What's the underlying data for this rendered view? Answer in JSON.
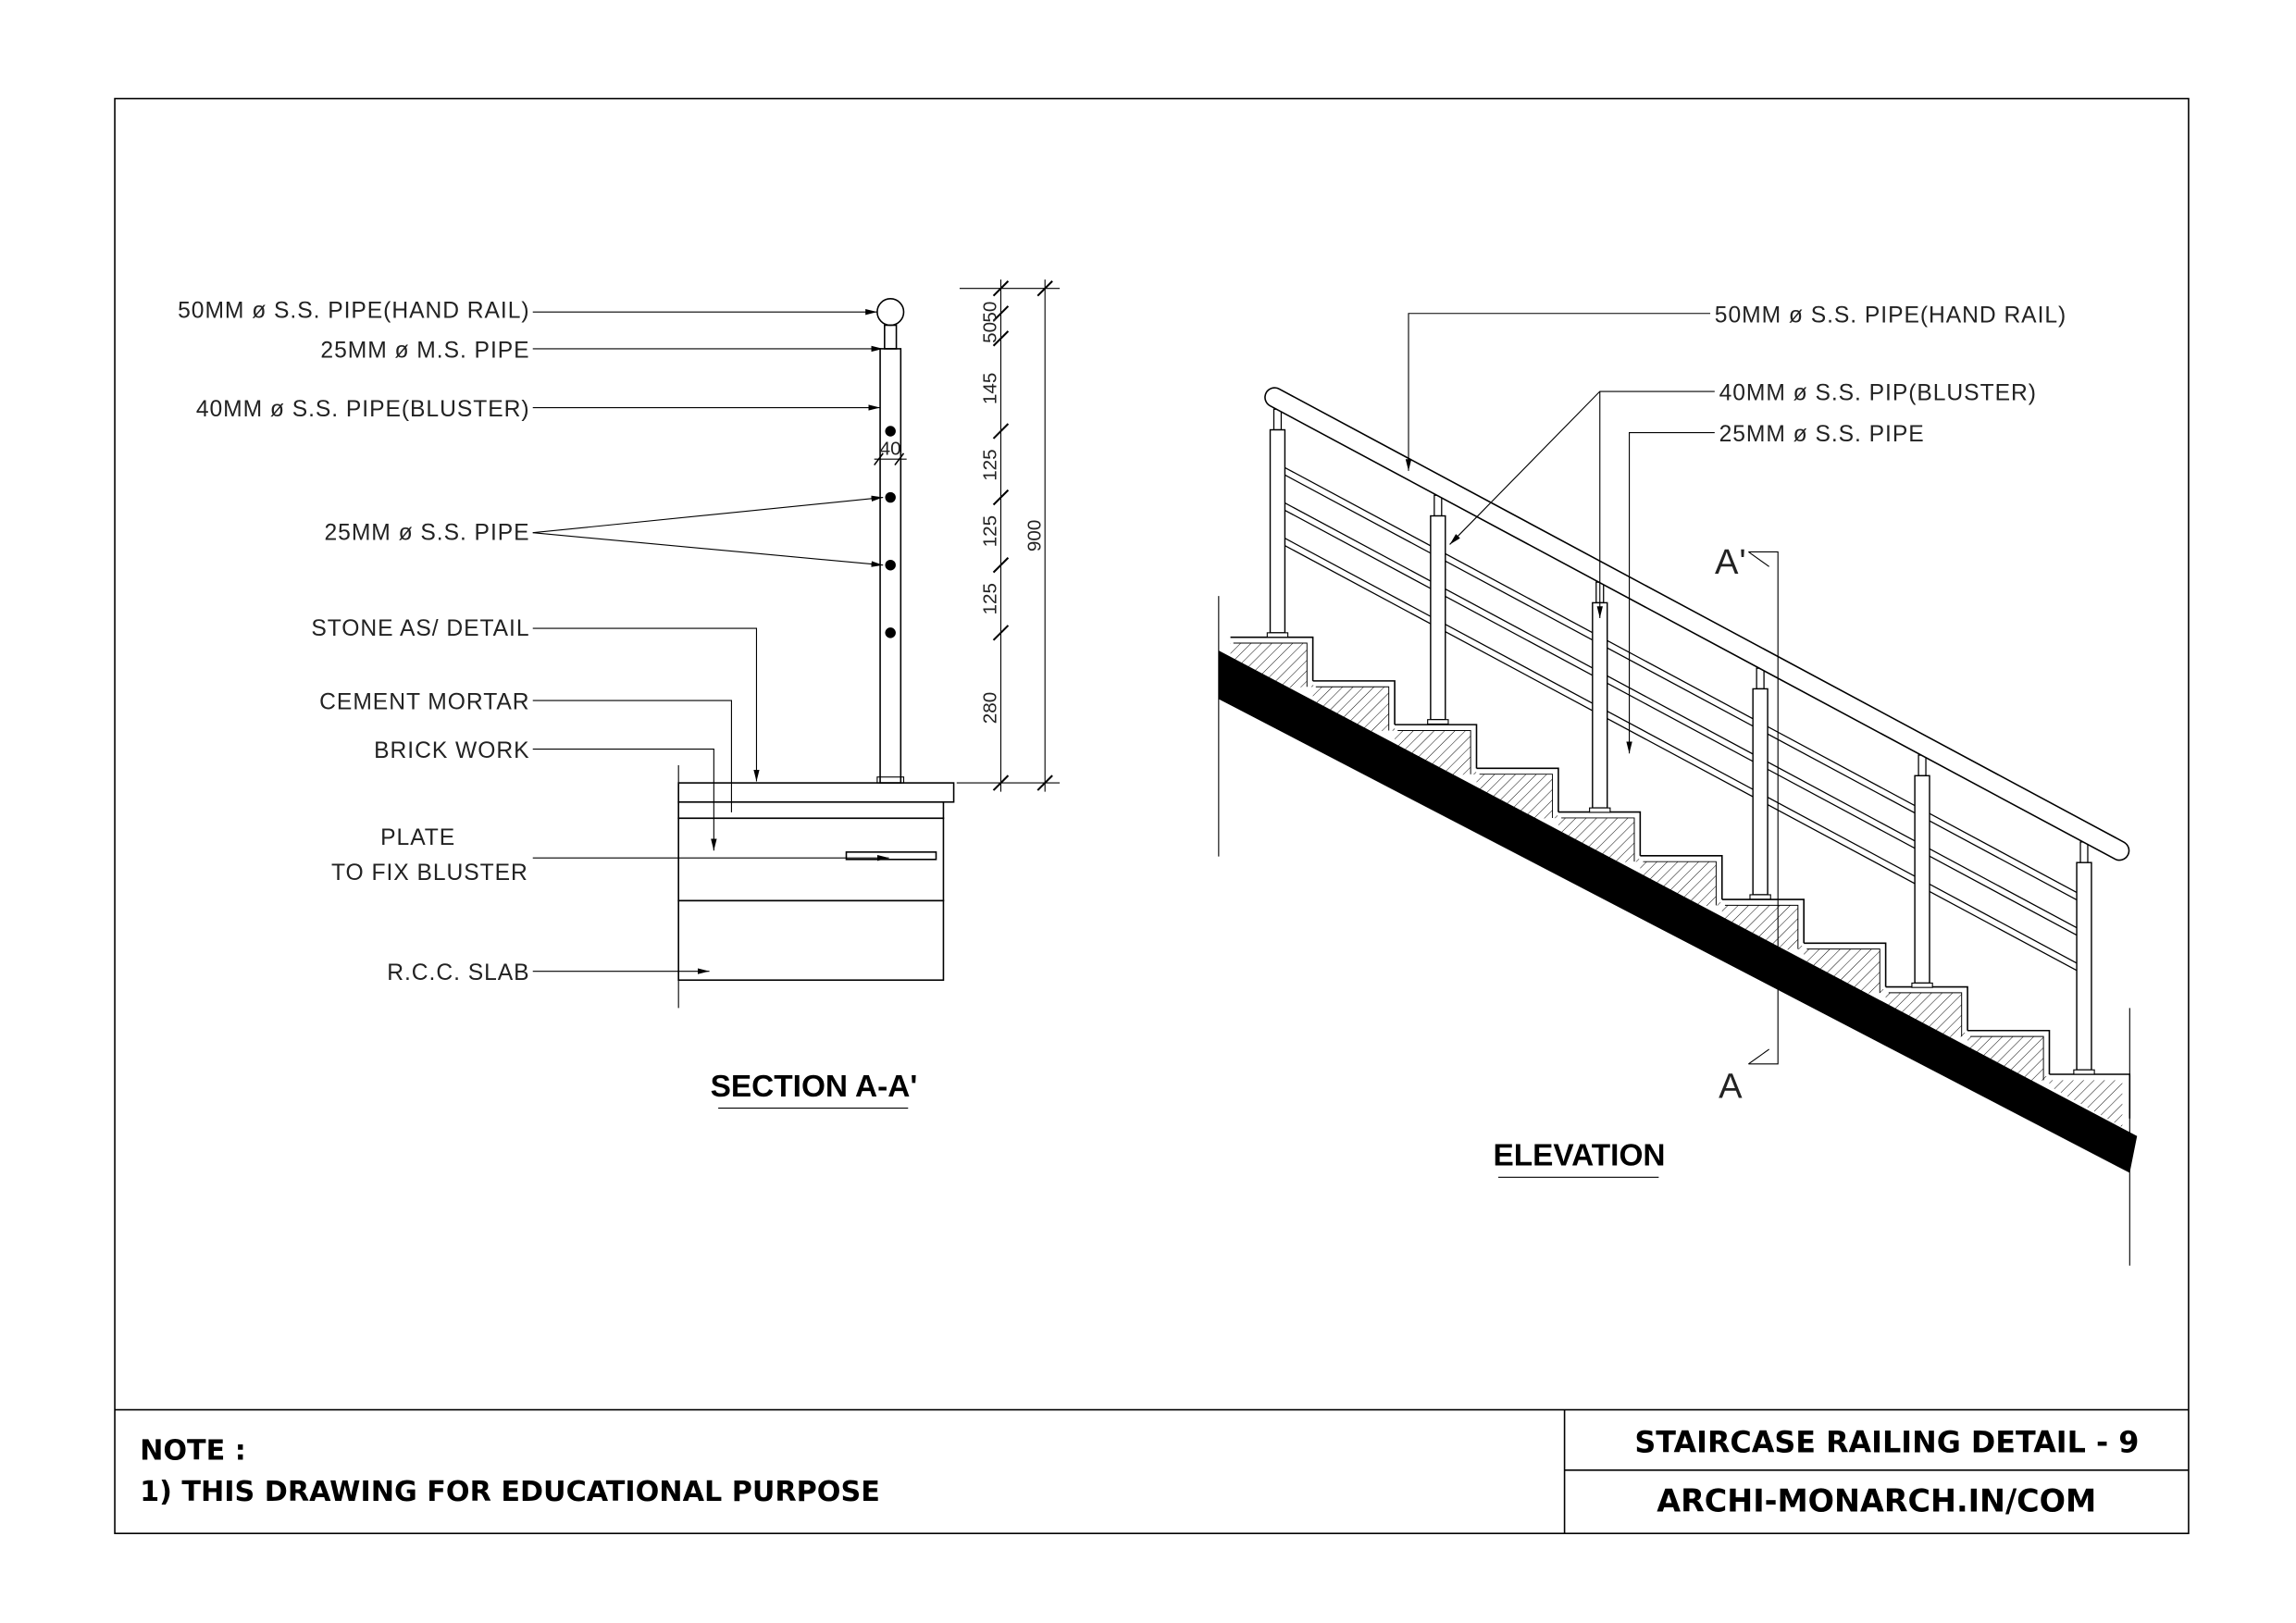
{
  "section": {
    "title": "SECTION A-A'",
    "labels": {
      "handrail": "50MM ø S.S. PIPE(HAND RAIL)",
      "ms_pipe": "25MM ø M.S. PIPE",
      "bluster": "40MM ø S.S. PIPE(BLUSTER)",
      "ss_pipe": "25MM ø S.S. PIPE",
      "stone": "STONE AS/ DETAIL",
      "mortar": "CEMENT MORTAR",
      "brick": "BRICK WORK",
      "plate_1": "PLATE",
      "plate_2": "TO FIX BLUSTER",
      "rcc": "R.C.C. SLAB"
    },
    "dimensions": {
      "d1": "50",
      "d2": "50",
      "d3": "145",
      "d4": "125",
      "d5": "125",
      "d6": "125",
      "d7": "280",
      "total": "900",
      "bluster_width": "40"
    }
  },
  "elevation": {
    "title": "ELEVATION",
    "labels": {
      "handrail": "50MM ø S.S. PIPE(HAND RAIL)",
      "bluster": "40MM ø S.S. PIP(BLUSTER)",
      "ss_pipe": "25MM ø S.S. PIPE"
    },
    "section_marks": {
      "top": "A'",
      "bottom": "A"
    }
  },
  "title_block": {
    "note_heading": "NOTE :",
    "note_1": "1) THIS DRAWING FOR EDUCATIONAL PURPOSE",
    "drawing_title": "STAIRCASE RAILING DETAIL - 9",
    "website": "ARCHI-MONARCH.IN/COM"
  }
}
